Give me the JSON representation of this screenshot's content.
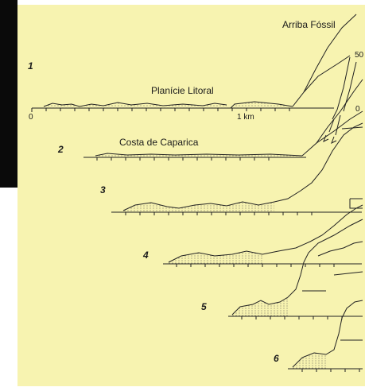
{
  "diagram": {
    "labels": {
      "arriba": "Arriba Fóssil",
      "planicie": "Planície Litoral",
      "costa": "Costa de Caparica",
      "km": "1 km",
      "zero": "0",
      "fifty": "50",
      "zero_right": "0"
    },
    "profiles": [
      "1",
      "2",
      "3",
      "4",
      "5",
      "6"
    ]
  }
}
